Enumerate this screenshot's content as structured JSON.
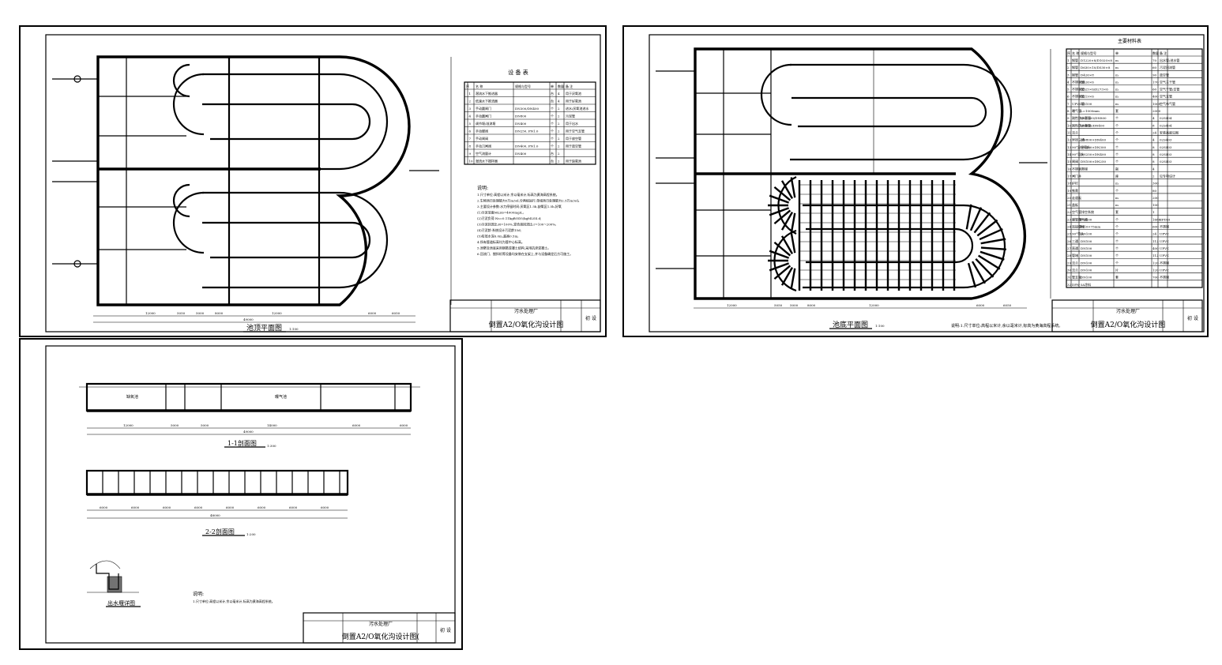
{
  "sheet1": {
    "plan_title": "池顶平面图",
    "plan_scale": "1:100",
    "equipment_table": {
      "title": "设 备 表",
      "headers": [
        "序",
        "名 称",
        "规格与型号",
        "单",
        "数量",
        "备 注"
      ],
      "rows": [
        [
          "1",
          "潜流水下推进器",
          "",
          "台",
          "4",
          "用于厌氧池"
        ],
        [
          "2",
          "低速水下推流器",
          "",
          "台",
          "4",
          "用于好氧池"
        ],
        [
          "3",
          "手动圆闸门",
          "DN300/DN400",
          "个",
          "2",
          "进水/厌氧池进水"
        ],
        [
          "4",
          "手动圆闸门",
          "DN800",
          "个",
          "2",
          "污泥管"
        ],
        [
          "5",
          "调节堰/溢流堰",
          "DN400",
          "个",
          "2",
          "用于出水"
        ],
        [
          "6",
          "手动蝶阀",
          "DN250, PN1.0",
          "个",
          "2",
          "用于空气支管"
        ],
        [
          "7",
          "手动闸阀",
          "",
          "个",
          "2",
          "用于放空管"
        ],
        [
          "8",
          "手动刀闸阀",
          "DN400, PN1.0",
          "个",
          "2",
          "用于放空管"
        ],
        [
          "9",
          "空气流量计",
          "DN400",
          "台",
          "2",
          ""
        ],
        [
          "10",
          "潜流水下搅拌器",
          "",
          "台",
          "2",
          "用于缺氧池"
        ]
      ]
    },
    "notes_title": "说明:",
    "notes": [
      "1.尺寸单位:高程以米计,余以毫米计,标高为黄海高程系统。",
      "2.生物池日处理能力5万m3/d,分两组运行,单组池日处理能力2.5万m3/d。",
      "3.主要设计参数:水力停留时间:厌氧区1.5h,缺氧区1.5h,好氧",
      "(1)污泥浓度MLSS=4000mg/L;",
      "(2)污泥负荷:Ns=0.11kgBOD5/kgMLSS.d;",
      "(3)污泥回流比:R=100%,混合液回流比:r=100~200%;",
      "(4)污泥龄:系统设计污泥龄15d;",
      "(5)有效水深6.0m,超高0.5m;",
      "4.所有管道标高均为管中心标高。",
      "5.池壁及池底采用钢筋混凝土结构,采用抗渗混凝土。",
      "6.回流门、搅拌机等设备均安装在支架上,并与设备确定后方可施工。"
    ],
    "title_block": {
      "project": "污水处理厂",
      "drawing": "倒置A2/O氧化沟设计图",
      "stage": "初 设"
    },
    "dims": [
      "12000",
      "5050",
      "5000",
      "8000",
      "12000",
      "6000",
      "6050",
      "49000"
    ]
  },
  "sheet2": {
    "plan_title": "池底平面图",
    "plan_scale": "1:100",
    "materials_table": {
      "title": "主要材料表",
      "headers": [
        "序",
        "名 称",
        "规格与型号",
        "单",
        "数量",
        "备 注"
      ],
      "rows": [
        [
          "1",
          "钢管",
          "D1220×8/D1020×8",
          "m",
          "70",
          "出水管/进水管"
        ],
        [
          "2",
          "钢管",
          "D630×10/D530×8",
          "m",
          "60",
          "污泥回流管"
        ],
        [
          "3",
          "钢管",
          "D426×8",
          "m",
          "90",
          "放空管"
        ],
        [
          "4",
          "不锈钢管",
          "D426×6",
          "m",
          "170",
          "空气主干管"
        ],
        [
          "5",
          "不锈钢管",
          "D325×6/D273×6",
          "m",
          "60",
          "空气干管/支管"
        ],
        [
          "6",
          "不锈钢管",
          "D219×6",
          "m",
          "400",
          "空气支管"
        ],
        [
          "7",
          "UPVC管",
          "DN100",
          "m",
          "1000",
          "空气布气管"
        ],
        [
          "8",
          "曝气管",
          "L=1000mm",
          "套",
          "2000",
          ""
        ],
        [
          "9",
          "刚性防水套管",
          "DN1000/DN800",
          "个",
          "4",
          "02S404"
        ],
        [
          "10",
          "刚性防水套管",
          "DN600/DN400",
          "个",
          "8",
          "02S404"
        ],
        [
          "11",
          "法兰",
          "",
          "个",
          "24",
          "安装高度见图"
        ],
        [
          "12",
          "异径三通",
          "DN800×DN400",
          "个",
          "4",
          "02S403"
        ],
        [
          "13",
          "90°异径弯头",
          "DN400×DN300",
          "个",
          "8",
          "02S403"
        ],
        [
          "14",
          "90°弯头",
          "DN250×DN400",
          "个",
          "8",
          "02S403"
        ],
        [
          "15",
          "闸阀",
          "DN100×DN250",
          "个",
          "8",
          "02S403"
        ],
        [
          "16",
          "不锈钢爬梯",
          "",
          "副",
          "4",
          ""
        ],
        [
          "17",
          "闸门井",
          "",
          "座",
          "2",
          "见专项设计"
        ],
        [
          "18",
          "护栏",
          "",
          "m",
          "300",
          ""
        ],
        [
          "19",
          "铁爬",
          "",
          "个",
          "80",
          ""
        ],
        [
          "20",
          "走道板",
          "",
          "m",
          "200",
          ""
        ],
        [
          "21",
          "盖板",
          "",
          "m",
          "100",
          ""
        ],
        [
          "22",
          "空气管排空系统",
          "",
          "套",
          "1",
          ""
        ],
        [
          "23",
          "膜管曝气器",
          "DN100",
          "个",
          "1680",
          "EPDM"
        ],
        [
          "24",
          "连接螺栓",
          "M10×75mm",
          "个",
          "600",
          "不锈钢"
        ],
        [
          "25",
          "90°弯头",
          "DN100",
          "个",
          "24",
          "UPVC"
        ],
        [
          "26",
          "三通",
          "DN100",
          "个",
          "112",
          "UPVC"
        ],
        [
          "27",
          "直通",
          "DN100",
          "个",
          "400",
          "UPVC"
        ],
        [
          "28",
          "管堵",
          "DN100",
          "个",
          "112",
          "UPVC"
        ],
        [
          "29",
          "法兰",
          "DN100",
          "个",
          "120",
          "不锈钢"
        ],
        [
          "30",
          "法兰",
          "DN100",
          "片",
          "120",
          "UPVC"
        ],
        [
          "31",
          "管支架",
          "DN100",
          "套",
          "700",
          "不锈钢"
        ],
        [
          "32",
          "DPN-3A涂料",
          "",
          "",
          "",
          ""
        ]
      ]
    },
    "note_line": "说明:1.尺寸单位:高程以米计,余以毫米计,标高为黄海高程系统。",
    "title_block": {
      "project": "污水处理厂",
      "drawing": "倒置A2/O氧化沟设计图",
      "stage": "初 设"
    },
    "dims": [
      "12000",
      "5050",
      "5000",
      "8000",
      "12000",
      "6000",
      "6050"
    ]
  },
  "sheet3": {
    "section1_title": "1-1剖面图",
    "section1_scale": "1:300",
    "section2_title": "2-2剖面图",
    "section2_scale": "1:200",
    "detail_title": "出水堰详图",
    "section1_labels": [
      "缺氧池",
      "曝气池"
    ],
    "section1_dims": [
      "12000",
      "5000",
      "5000",
      "14000",
      "6000",
      "6000",
      "49000"
    ],
    "section2_dims": [
      "6000",
      "6000",
      "6000",
      "6000",
      "6000",
      "6000",
      "6000",
      "6000"
    ],
    "section2_total": "48000",
    "notes_title": "说明:",
    "notes": [
      "1.尺寸单位:高程以米计,余以毫米计,标高为黄海高程系统。"
    ],
    "title_block": {
      "project": "污水处理厂",
      "drawing": "倒置A2/O氧化沟设计图(",
      "stage": "初 设"
    }
  },
  "colors": {
    "ink": "#000000",
    "paper": "#ffffff"
  }
}
